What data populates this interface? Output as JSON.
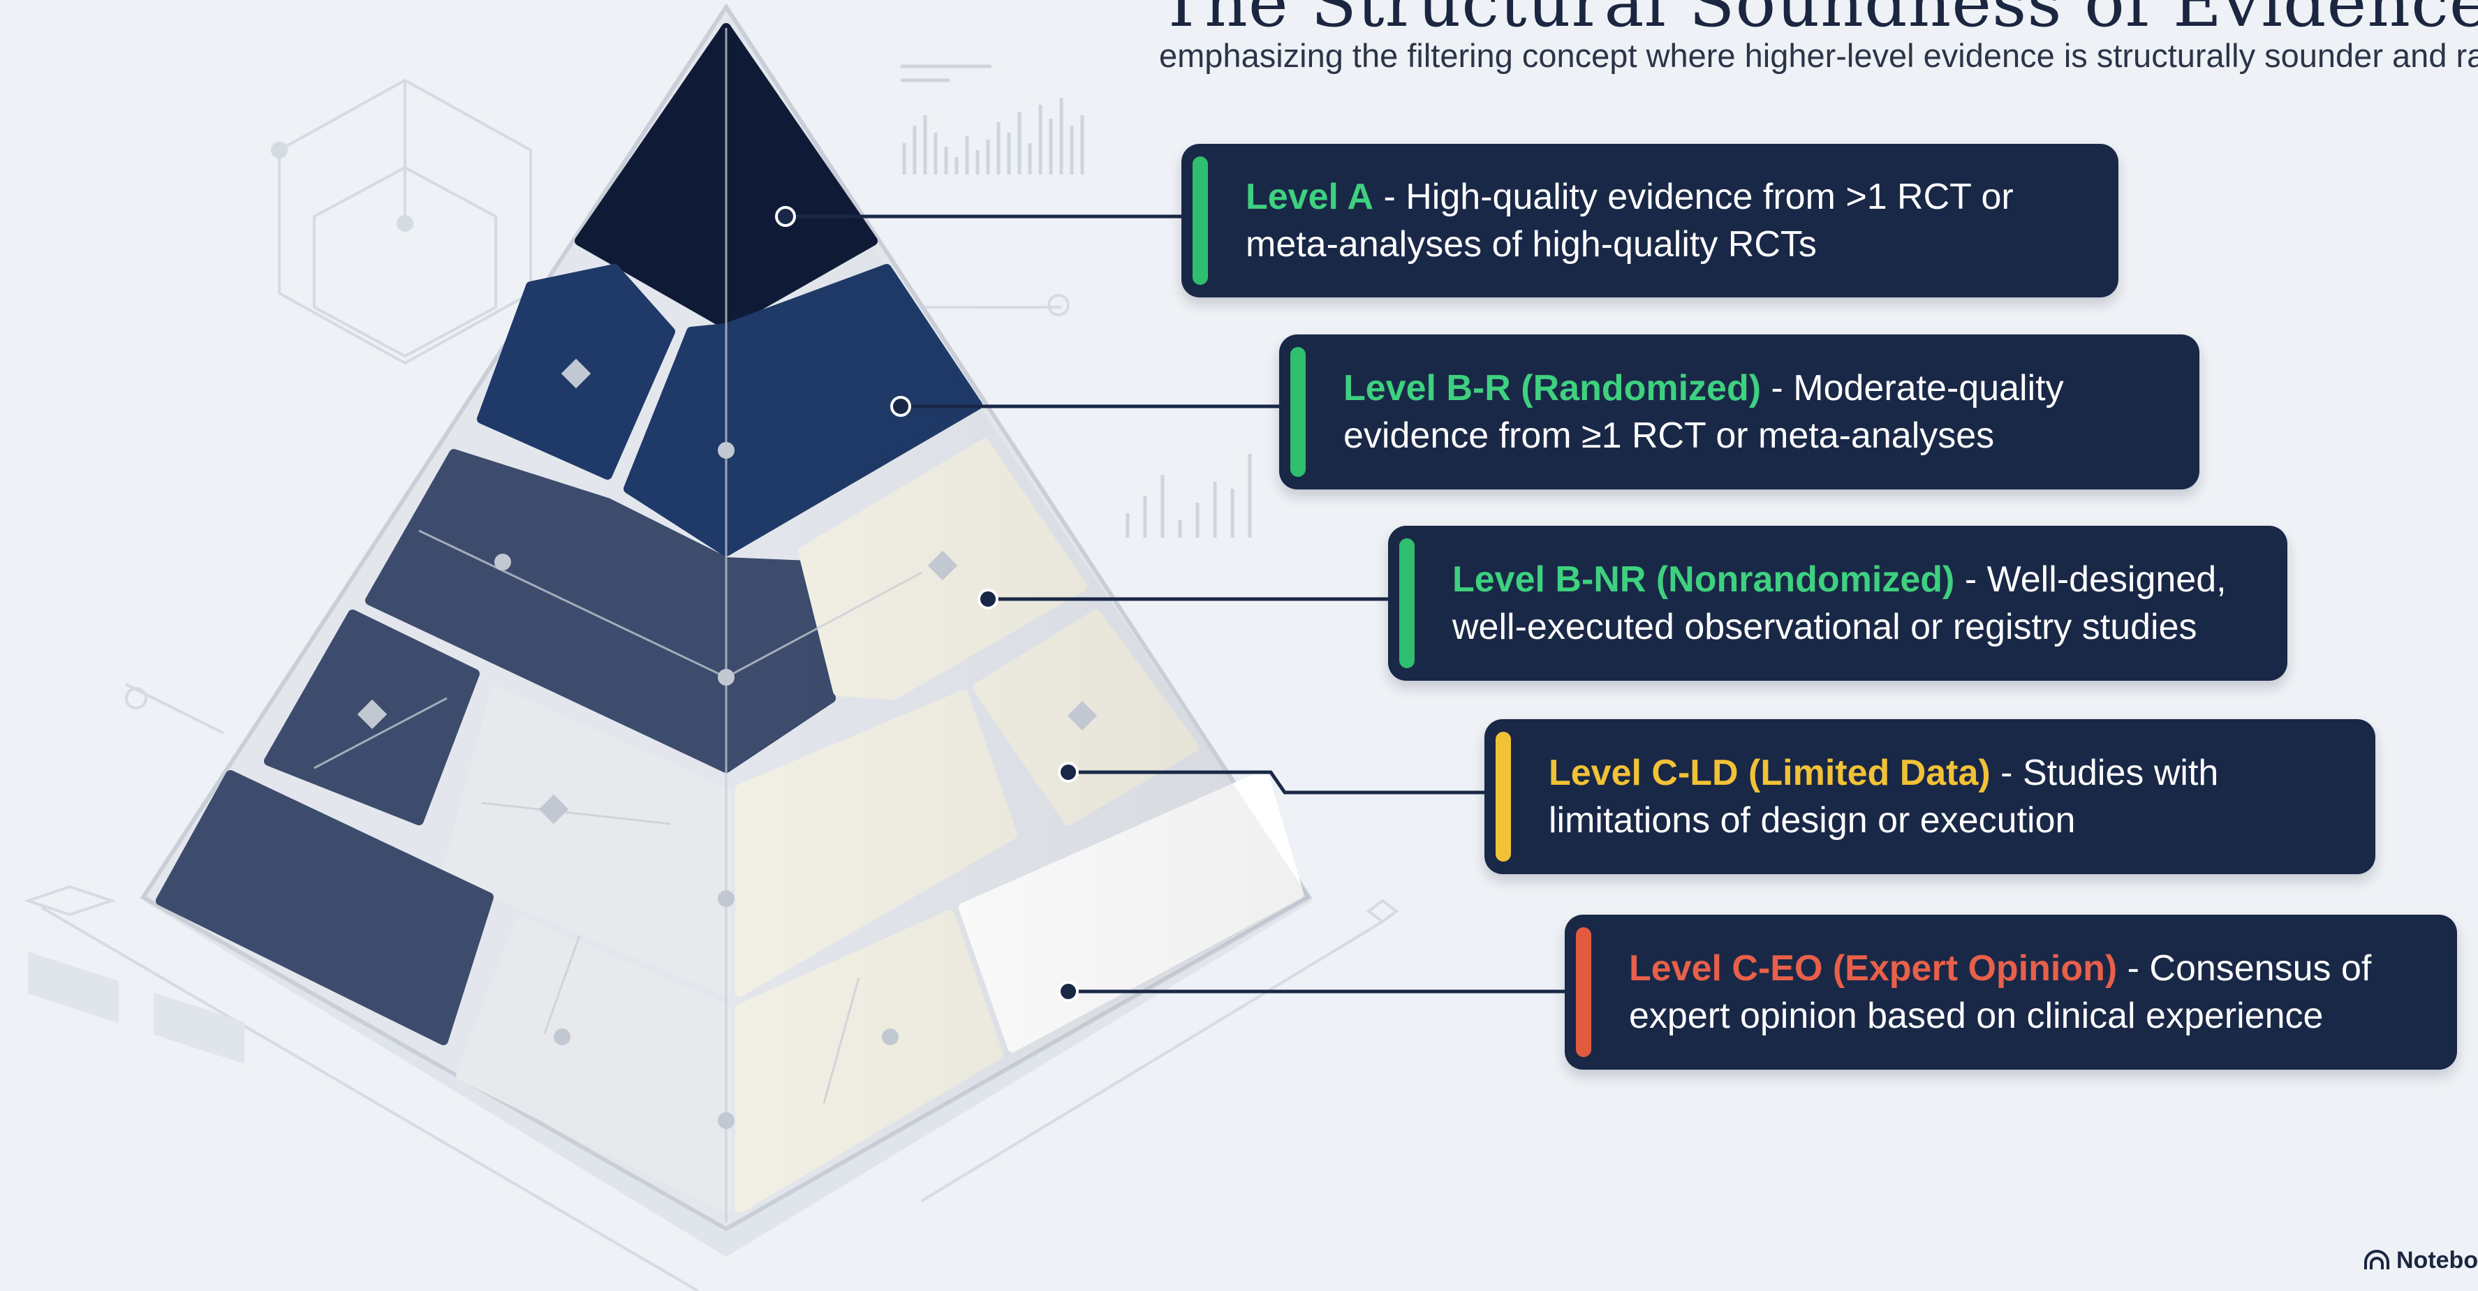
{
  "title": "The Structural Soundness of Evidence",
  "subtitle": "emphasizing the filtering concept where higher-level evidence is structurally sounder and rarer",
  "colors": {
    "card_bg": "#1a2847",
    "green": "#2fbf6f",
    "green_text": "#3ed17f",
    "yellow": "#f2c236",
    "red": "#e15b41",
    "pyramid_navy": "#0f1b36",
    "pyramid_blue": "#1f3a68",
    "pyramid_slate": "#3d4c6d",
    "pyramid_cream": "#f2f0e4",
    "pyramid_white": "#ffffff"
  },
  "levels": [
    {
      "name": "Level A",
      "desc": " - High-quality evidence from >1 RCT or meta-analyses of high-quality RCTs",
      "accent": "#2fbf6f",
      "name_color": "#3ed17f"
    },
    {
      "name": "Level B-R (Randomized)",
      "desc": " - Moderate-quality evidence from ≥1 RCT or meta-analyses",
      "accent": "#2fbf6f",
      "name_color": "#3ed17f"
    },
    {
      "name": "Level B-NR (Nonrandomized)",
      "desc": " - Well-designed, well-executed observational or registry studies",
      "accent": "#2fbf6f",
      "name_color": "#3ed17f"
    },
    {
      "name": "Level C-LD (Limited Data)",
      "desc": " - Studies with limitations of design or execution",
      "accent": "#f2c236",
      "name_color": "#f2c236"
    },
    {
      "name": "Level C-EO (Expert Opinion)",
      "desc": " - Consensus of expert opinion based on clinical experience",
      "accent": "#e15b41",
      "name_color": "#e8604a"
    }
  ],
  "footer": {
    "label": "Notebo",
    "icon": "notebooklm-icon"
  }
}
